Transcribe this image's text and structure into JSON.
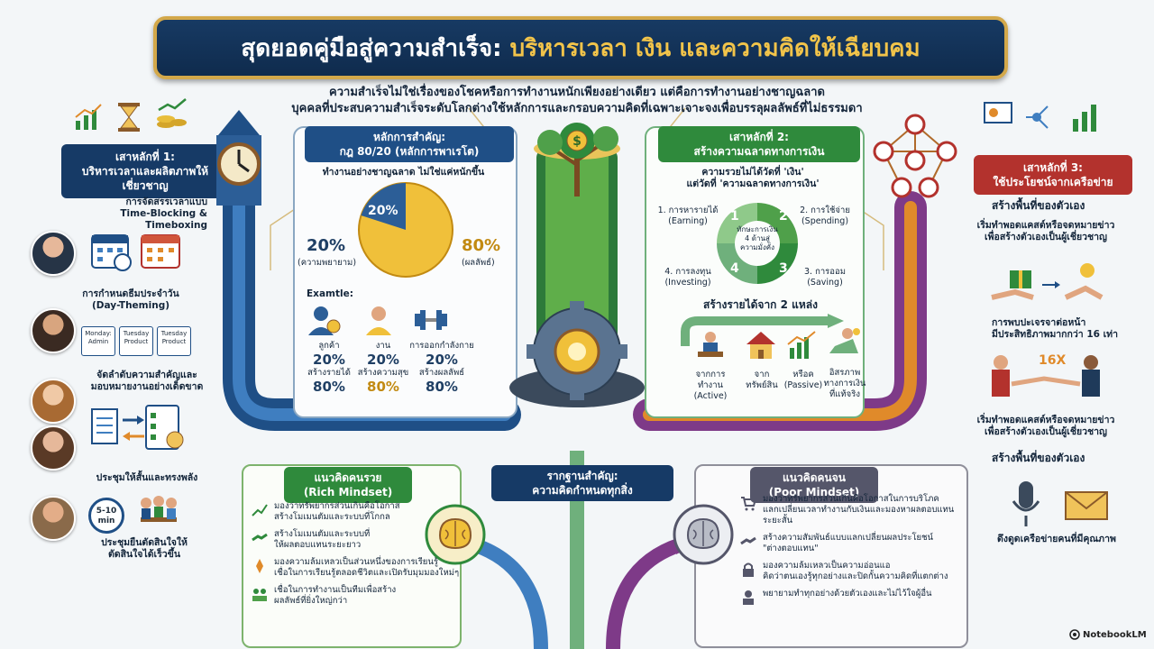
{
  "title": {
    "main": "สุดยอดคู่มือสู่ความสำเร็จ:",
    "highlight": "บริหารเวลา เงิน และความคิดให้เฉียบคม"
  },
  "subtitle": [
    "ความสำเร็จไม่ใช่เรื่องของโชคหรือการทำงานหนักเพียงอย่างเดียว แต่คือการทำงานอย่างชาญฉลาด",
    "บุคคลที่ประสบความสำเร็จระดับโลกต่างใช้หลักการและกรอบความคิดที่เฉพาะเจาะจงเพื่อบรรลุผลลัพธ์ที่ไม่ธรรมดา"
  ],
  "pillar1": {
    "tag": "เสาหลักที่ 1:\nบริหารเวลาและผลิตภาพให้เชี่ยวชาญ",
    "items": [
      "การจัดสรรเวลาแบบ\nTime-Blocking & Timeboxing",
      "การกำหนดธีมประจำวัน\n(Day-Theming)",
      "จัดลำดับความสำคัญและ\nมอบหมายงานอย่างเด็ดขาด",
      "ประชุมให้สั้นและทรงพลัง",
      "ประชุมยืนตัดสินใจให้\nตัดสินใจได้เร็วขึ้น"
    ],
    "day_cards": [
      "Monday:\nAdmin",
      "Tuesday\nProduct",
      "Tuesday\nProduct"
    ],
    "timer_label": "5-10\nmin"
  },
  "rule": {
    "tag": "หลักการสำคัญ:\nกฎ 80/20 (หลักการพาเรโต)",
    "caption": "ทำงานอย่างชาญฉลาด ไม่ใช่แค่หนักขึ้น",
    "pie_label": "20%",
    "left_pct": "20%",
    "left_label": "(ความพยายาม)",
    "right_pct": "80%",
    "right_label": "(ผลลัพธ์)",
    "example_label": "Examtle:",
    "examples": [
      {
        "name": "ลูกค้า",
        "a": "20%",
        "b": "สร้างรายได้",
        "c": "80%"
      },
      {
        "name": "งาน",
        "a": "20%",
        "b": "สร้างความสุข",
        "c": "80%"
      },
      {
        "name": "การออกกำลังกาย",
        "a": "20%",
        "b": "สร้างผลลัพธ์",
        "c": "80%"
      }
    ]
  },
  "pillar2": {
    "tag": "เสาหลักที่ 2:\nสร้างความฉลาดทางการเงิน",
    "caption": "ความรวยไม่ได้วัดที่ 'เงิน'\nแต่วัดที่ 'ความฉลาดทางการเงิน'",
    "cycle_center": "ทักษะการเงิน\n4 ด้านสู่\nความมั่งคั่ง",
    "cycle": [
      "1. การหารายได้\n(Earning)",
      "2. การใช้จ่าย\n(Spending)",
      "3. การออม\n(Saving)",
      "4. การลงทุน\n(Investing)"
    ],
    "cycle_nums": [
      "1",
      "2",
      "3",
      "4"
    ],
    "income_title": "สร้างรายได้จาก 2 แหล่ง",
    "income": [
      "จากการทำงาน\n(Active)",
      "จาก\nทรัพย์สิน",
      "หรือค\n(Passive)",
      "อิสรภาพ\nทางการเงิน\nที่แท้จริง"
    ]
  },
  "pillar3": {
    "tag": "เสาหลักที่ 3:\nใช้ประโยชน์จากเครือข่าย",
    "items": [
      "สร้างพื้นที่ของตัวเอง",
      "เริ่มทำพอดแคสต์หรือจดหมายข่าว\nเพื่อสร้างตัวเองเป็นผู้เชี่ยวชาญ",
      "การพบปะเจรจาต่อหน้า\nมีประสิทธิภาพมากกว่า 16 เท่า",
      "เริ่มทำพอดแคสต์หรือจดหมายข่าว\nเพื่อสร้างตัวเองเป็นผู้เชี่ยวชาญ",
      "สร้างพื้นที่ของตัวเอง",
      "ดึงดูดเครือข่ายคนที่มีคุณภาพ"
    ],
    "multiplier": "16X"
  },
  "foundation": {
    "tag": "รากฐานสำคัญ:\nความคิดกำหนดทุกสิ่ง"
  },
  "rich": {
    "tag": "แนวคิดคนรวย\n(Rich Mindset)",
    "items": [
      "มองว่าทรัพยากรส่วนเกินคือโอกาส\nสร้างโมเมนตัมและระบบที่โกกล",
      "สร้างโมเมนตัมและระบบที่\nให้ผลตอบแทนระยะยาว",
      "มองความล้มเหลวเป็นส่วนหนึ่งของการเรียนรู้\nเชื่อในการเรียนรู้ตลอดชีวิตและเปิดรับมุมมองใหม่ๆ",
      "เชื่อในการทำงานเป็นทีมเพื่อสร้าง\nผลลัพธ์ที่ยิ่งใหญ่กว่า"
    ]
  },
  "poor": {
    "tag": "แนวคิดคนจน\n(Poor Mindset)",
    "items": [
      "มองว่าทรัพยากรส่วนเกินคือโอกาสในการบริโภค\nแลกเปลี่ยนเวลาทำงานกับเงินและมองหาผลตอบแทนระยะสั้น",
      "สร้างความสัมพันธ์แบบแลกเปลี่ยนผลประโยชน์\n\"ต่างตอบแทน\"",
      "มองความล้มเหลวเป็นความอ่อนแอ\nคิดว่าตนเองรู้ทุกอย่างและปิดกั้นความคิดที่แตกต่าง",
      "พยายามทำทุกอย่างด้วยตัวเองและไม่ไว้ใจผู้อื่น"
    ]
  },
  "brand": "NotebookLM",
  "colors": {
    "navy": "#163a66",
    "gold": "#d3a84a",
    "green": "#2f8a3c",
    "red": "#b3322d",
    "orange": "#e08a2a"
  }
}
